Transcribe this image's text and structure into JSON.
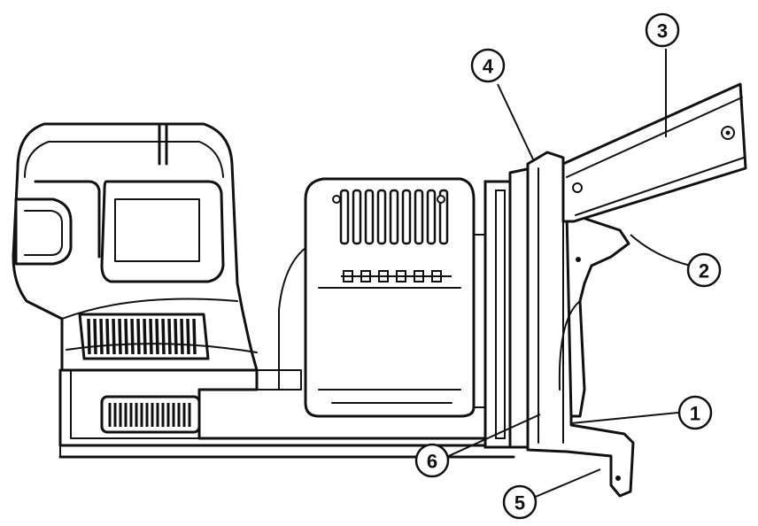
{
  "callouts": [
    {
      "id": "c1",
      "label": "1"
    },
    {
      "id": "c2",
      "label": "2"
    },
    {
      "id": "c3",
      "label": "3"
    },
    {
      "id": "c4",
      "label": "4"
    },
    {
      "id": "c5",
      "label": "5"
    },
    {
      "id": "c6",
      "label": "6"
    }
  ]
}
